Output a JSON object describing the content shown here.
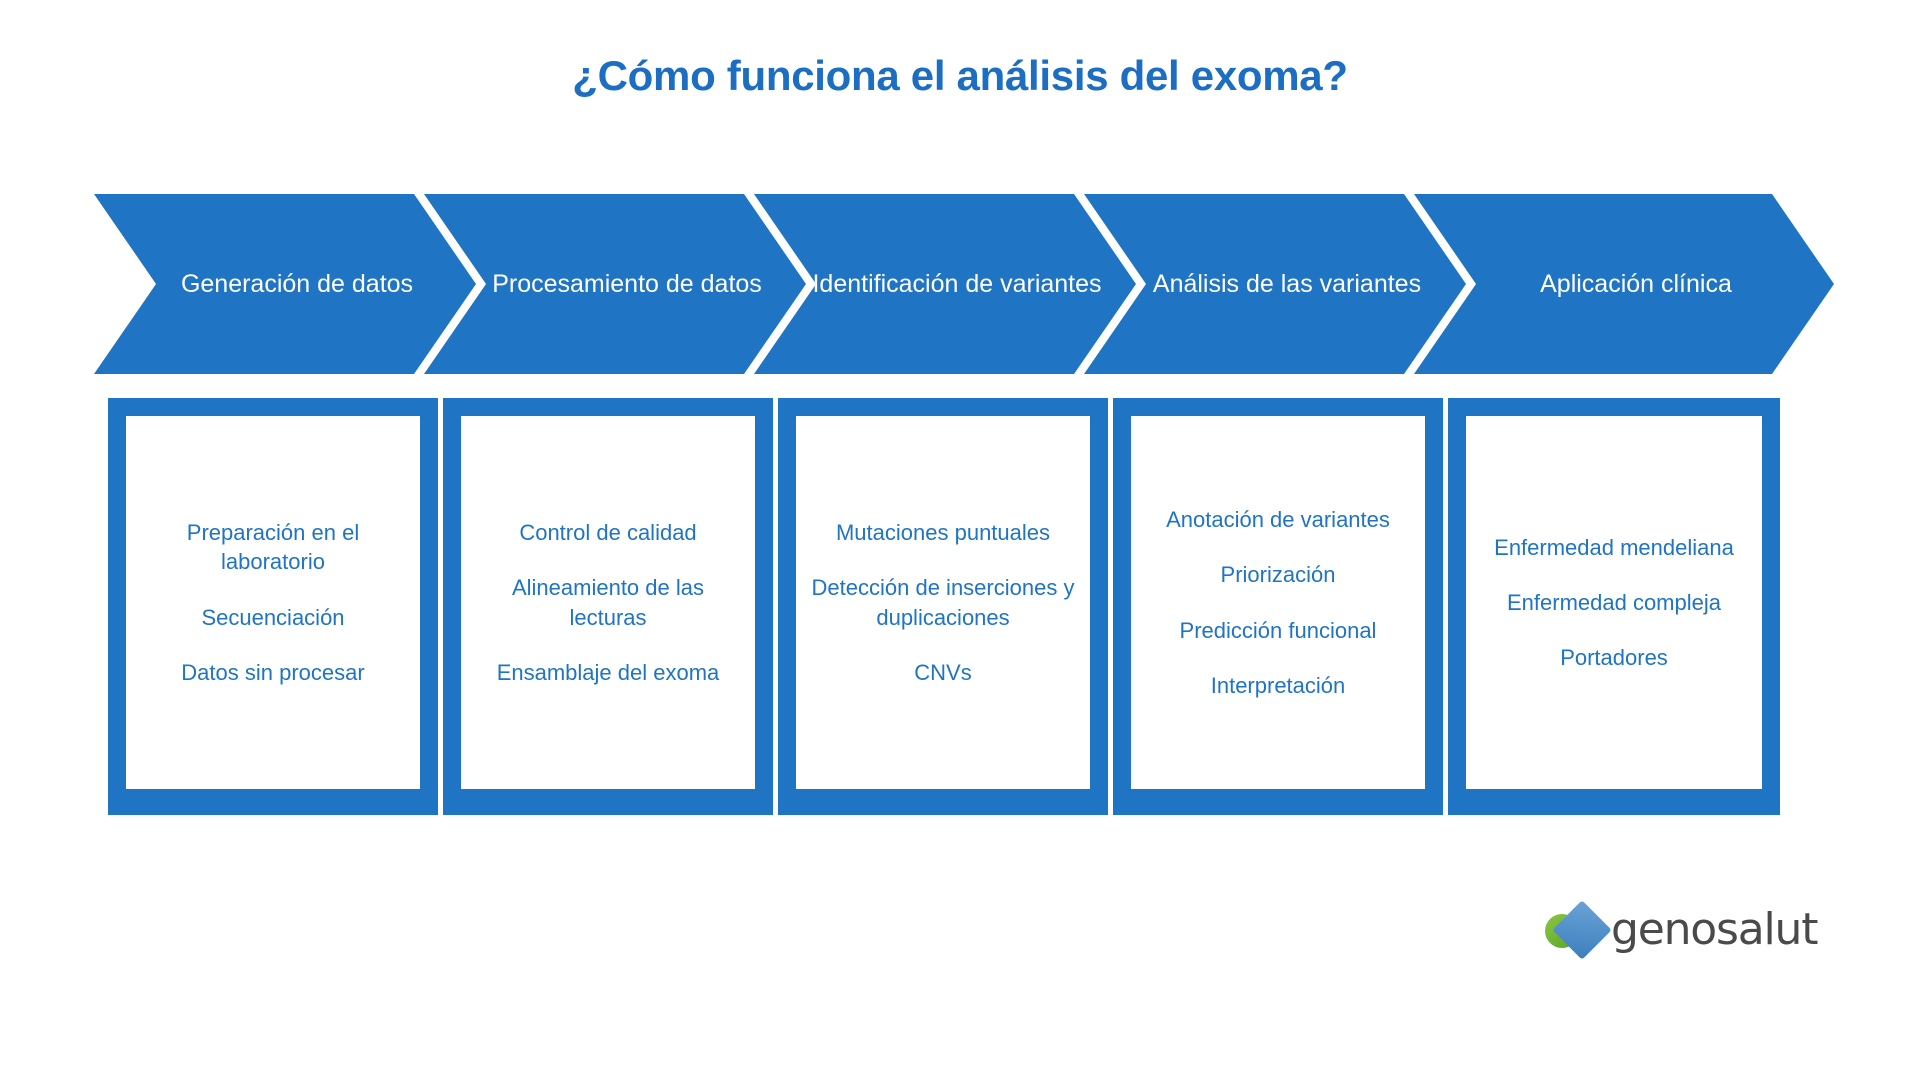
{
  "title": "¿Cómo funciona el análisis del exoma?",
  "colors": {
    "accent_blue": "#1f74c4",
    "title_blue": "#1b6ec2",
    "panel_white": "#ffffff",
    "logo_green": "#8cc63f",
    "logo_blue": "#3b7fbe",
    "logo_text_gray": "#4a4a4a"
  },
  "stages": [
    {
      "label": "Generación de datos",
      "items": [
        "Preparación en el laboratorio",
        "Secuenciación",
        "Datos sin procesar"
      ]
    },
    {
      "label": "Procesamiento de datos",
      "items": [
        "Control de calidad",
        "Alineamiento de las lecturas",
        "Ensamblaje del exoma"
      ]
    },
    {
      "label": "Identificación de variantes",
      "items": [
        "Mutaciones puntuales",
        "Detección de inserciones y duplicaciones",
        "CNVs"
      ]
    },
    {
      "label": "Análisis de las variantes",
      "items": [
        "Anotación de variantes",
        "Priorización",
        "Predicción funcional",
        "Interpretación"
      ]
    },
    {
      "label": "Aplicación clínica",
      "items": [
        "Enfermedad mendeliana",
        "Enfermedad compleja",
        "Portadores"
      ]
    }
  ],
  "logo": {
    "text": "genosalut",
    "mark_shapes": [
      "circle-green",
      "diamond-blue"
    ]
  }
}
